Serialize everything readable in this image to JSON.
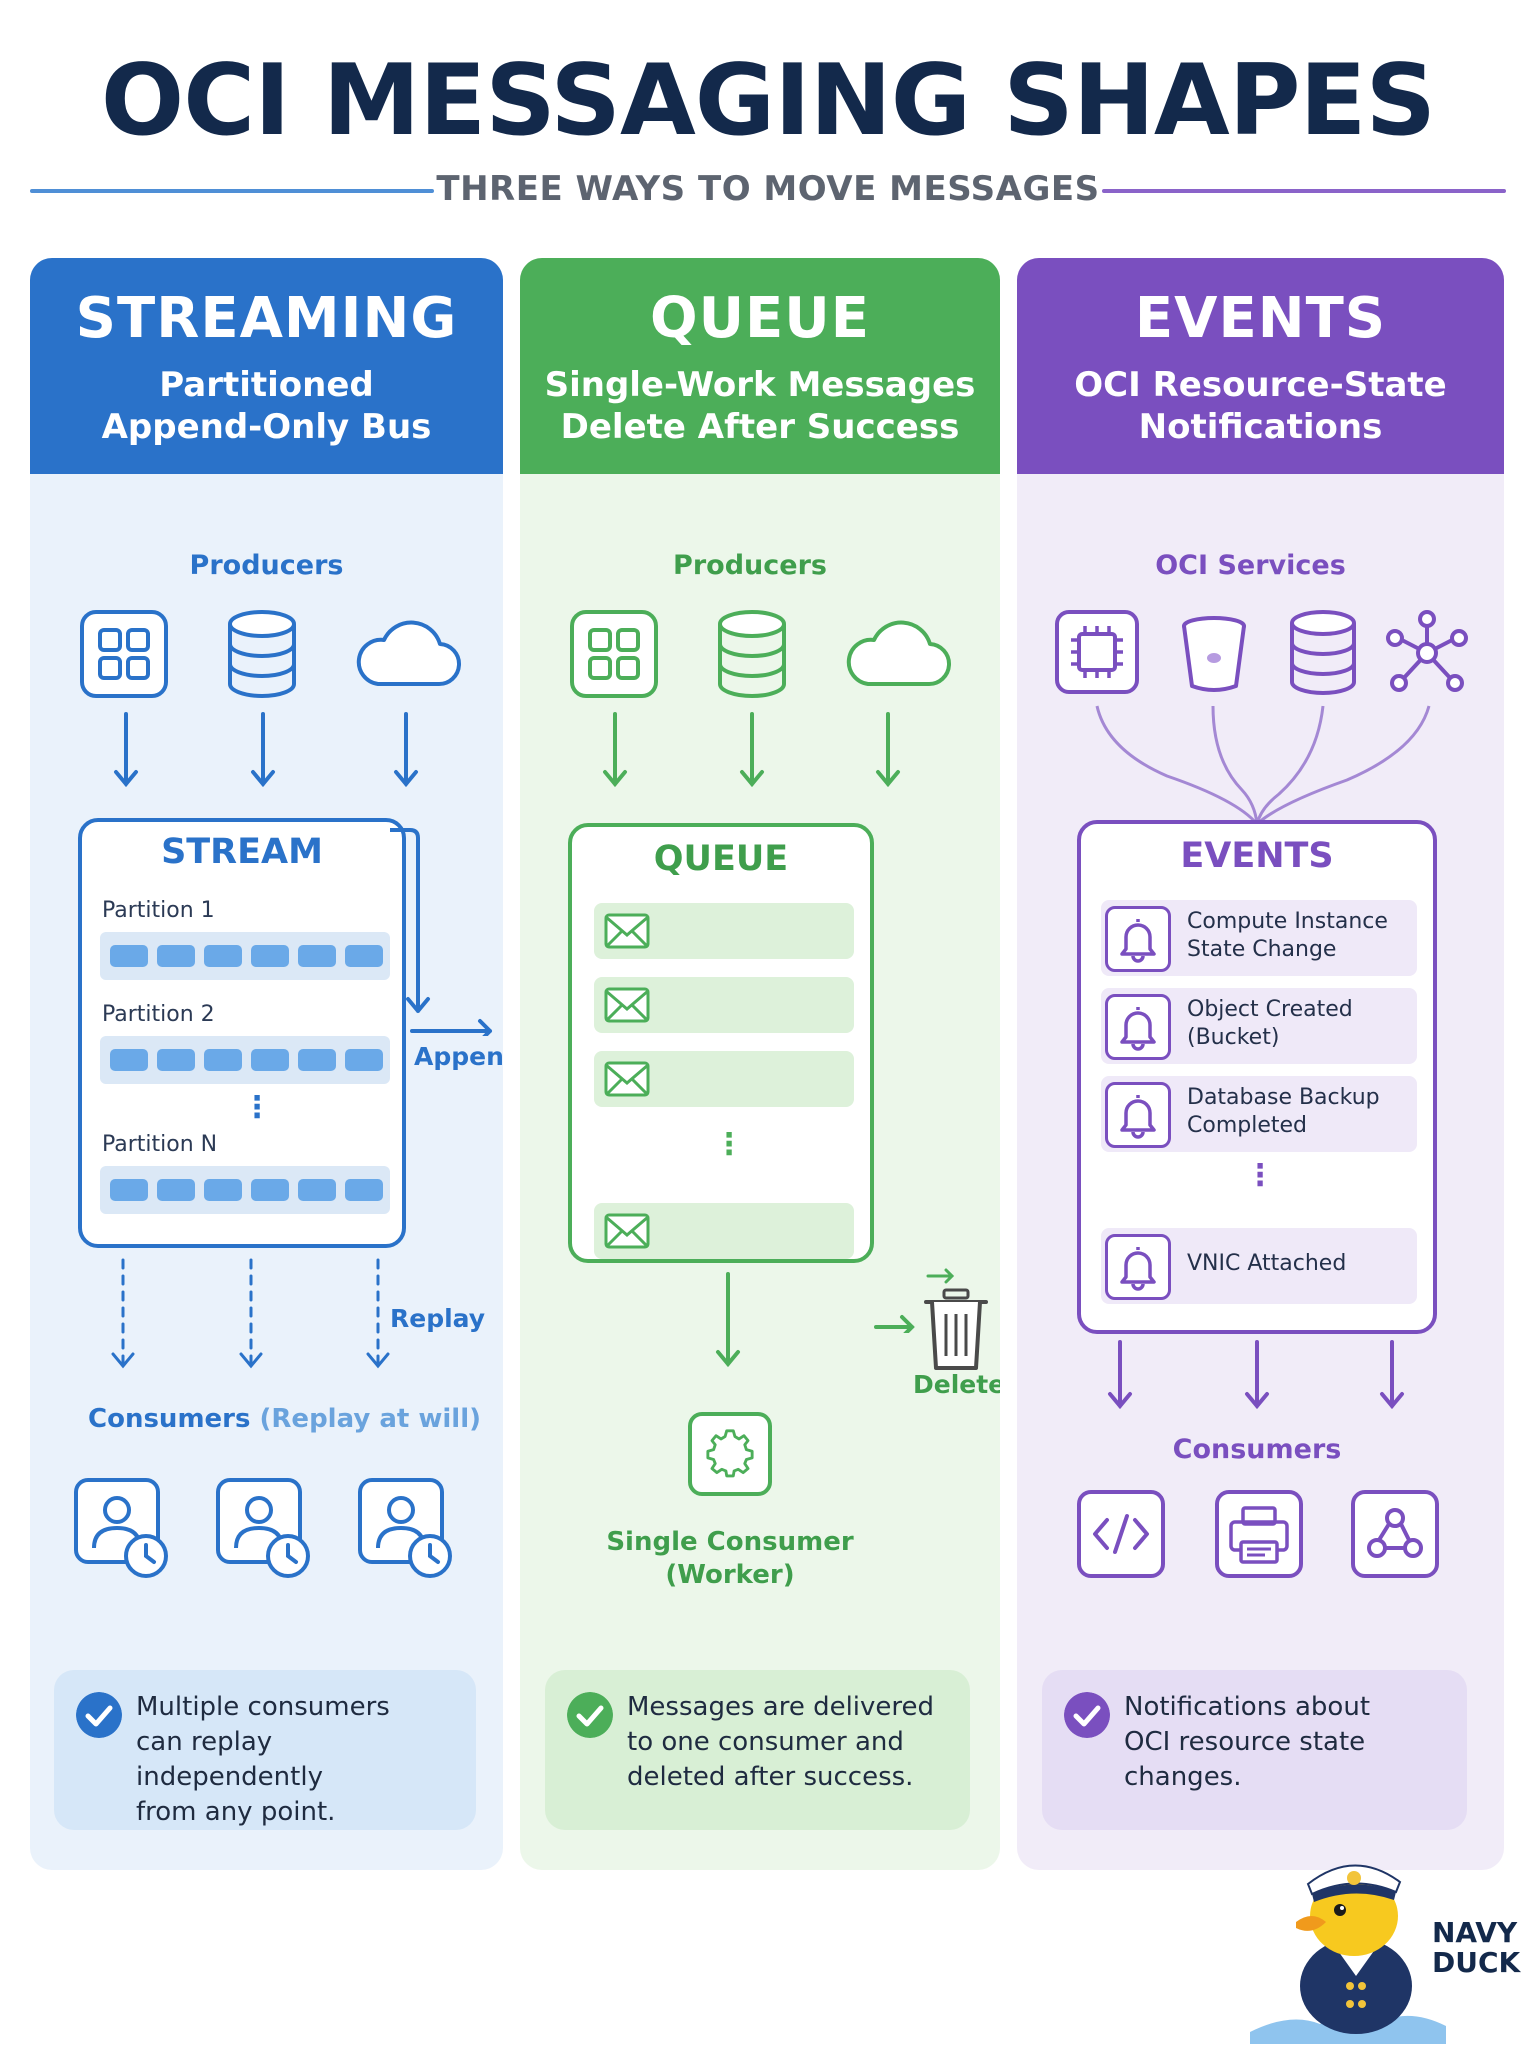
{
  "title": "OCI MESSAGING SHAPES",
  "subtitle": "THREE WAYS TO MOVE MESSAGES",
  "colors": {
    "streaming": "#2a72c9",
    "queue": "#4cae59",
    "events": "#7a4fbf",
    "title": "#13294b"
  },
  "streaming": {
    "title": "STREAMING",
    "subtitle_line1": "Partitioned",
    "subtitle_line2": "Append-Only Bus",
    "producers_label": "Producers",
    "producer_icons": [
      "apps-grid-icon",
      "database-icon",
      "cloud-icon"
    ],
    "box_title": "STREAM",
    "partitions": [
      "Partition 1",
      "Partition 2",
      "Partition N"
    ],
    "ellipsis": "⋮",
    "append_label": "Append",
    "replay_label": "Replay",
    "consumers_label": "Consumers",
    "consumers_qualifier": "(Replay at will)",
    "consumer_icons": [
      "user-clock-icon",
      "user-clock-icon",
      "user-clock-icon"
    ],
    "note_line1": "Multiple consumers",
    "note_line2": "can replay independently",
    "note_line3": "from any point."
  },
  "queue": {
    "title": "QUEUE",
    "subtitle_line1": "Single-Work Messages",
    "subtitle_line2": "Delete After Success",
    "producers_label": "Producers",
    "producer_icons": [
      "apps-grid-icon",
      "database-icon",
      "cloud-icon"
    ],
    "box_title": "QUEUE",
    "ellipsis": "⋮",
    "delete_label": "Delete",
    "consumer_label_line1": "Single Consumer",
    "consumer_label_line2": "(Worker)",
    "note_line1": "Messages are delivered",
    "note_line2": "to one consumer and",
    "note_line3": "deleted after success."
  },
  "events": {
    "title": "EVENTS",
    "subtitle_line1": "OCI Resource-State",
    "subtitle_line2": "Notifications",
    "services_label": "OCI Services",
    "service_icons": [
      "chip-icon",
      "bucket-icon",
      "database-icon",
      "network-icon"
    ],
    "box_title": "EVENTS",
    "items": [
      {
        "line1": "Compute Instance",
        "line2": "State Change"
      },
      {
        "line1": "Object Created",
        "line2": "(Bucket)"
      },
      {
        "line1": "Database Backup",
        "line2": "Completed"
      },
      {
        "line1": "VNIC Attached",
        "line2": ""
      }
    ],
    "ellipsis": "⋮",
    "consumers_label": "Consumers",
    "consumer_icons": [
      "code-icon",
      "printer-icon",
      "webhook-icon"
    ],
    "note_line1": "Notifications about",
    "note_line2": "OCI resource state",
    "note_line3": "changes."
  },
  "mascot": {
    "line1": "NAVY",
    "line2": "DUCK"
  }
}
